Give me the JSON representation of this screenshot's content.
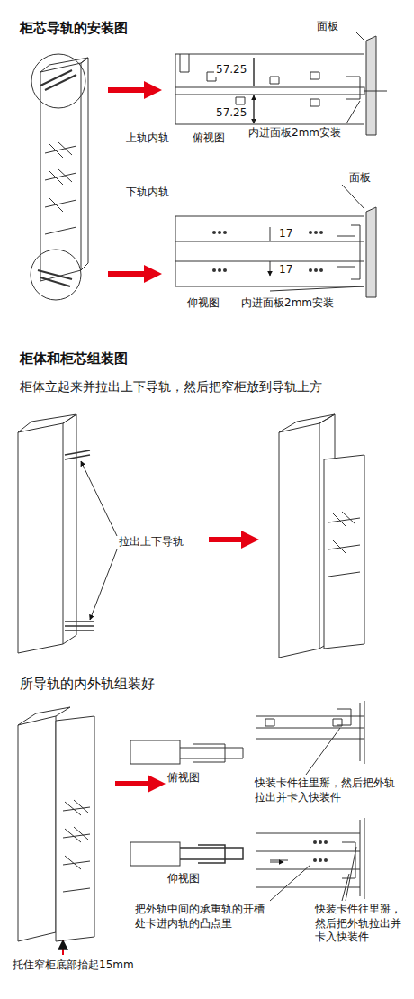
{
  "diagram": {
    "title": "柜芯导轨的安装图",
    "labels": [
      "面板",
      "57.25",
      "57.25",
      "上轨内轨",
      "俯视图",
      "内进面板2mm安装",
      "下轨内轨",
      "面板",
      "17",
      "17",
      "仰视图",
      "内进面板2mm安装",
      "柜体和柜芯组装图",
      "柜体立起来并拉出上下导轨，然后把窄柜放到导轨上方",
      "拉出上下导轨",
      "所导轨的内外轨组装好",
      "俯视图",
      "快装卡件往里掰，然后把外轨拉出并卡入快装件",
      "仰视图",
      "把外轨中间的承重轨的开槽处卡进内轨的凸点里",
      "快装卡件往里掰，然后把外轨拉出并卡入快装件",
      "托住窄柜底部抬起15mm"
    ]
  }
}
